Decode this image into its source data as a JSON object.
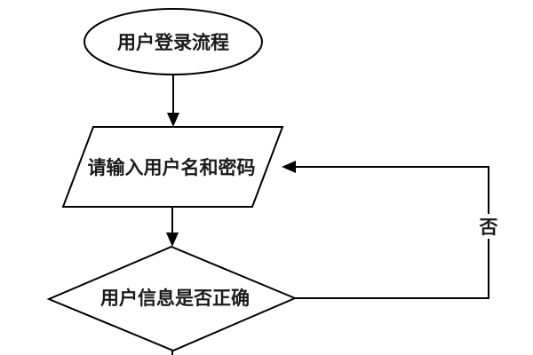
{
  "flowchart": {
    "nodes": {
      "start": {
        "shape": "ellipse",
        "label": "用户登录流程"
      },
      "input": {
        "shape": "parallelogram",
        "label": "请输入用户名和密码"
      },
      "decision": {
        "shape": "diamond",
        "label": "用户信息是否正确"
      }
    },
    "edges": {
      "start_to_input": {
        "from": "start",
        "to": "input",
        "label": ""
      },
      "input_to_decision": {
        "from": "input",
        "to": "decision",
        "label": ""
      },
      "decision_no_loop": {
        "from": "decision",
        "to": "input",
        "label": "否"
      }
    },
    "colors": {
      "stroke": "#000000",
      "node_fill": "#ffffff",
      "text": "#1a1a1a",
      "background": "#ffffff"
    }
  }
}
